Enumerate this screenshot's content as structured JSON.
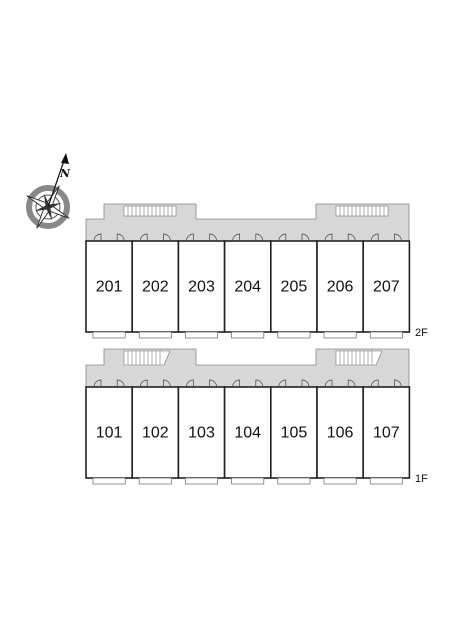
{
  "compass": {
    "north_label": "N",
    "icon": "compass-rose-icon"
  },
  "floors": [
    {
      "floor_label": "2F",
      "units": [
        "201",
        "202",
        "203",
        "204",
        "205",
        "206",
        "207"
      ]
    },
    {
      "floor_label": "1F",
      "units": [
        "101",
        "102",
        "103",
        "104",
        "105",
        "106",
        "107"
      ]
    }
  ],
  "colors": {
    "corridor": "#d7d7d7",
    "outline": "#222222",
    "unit_fill": "#ffffff"
  }
}
